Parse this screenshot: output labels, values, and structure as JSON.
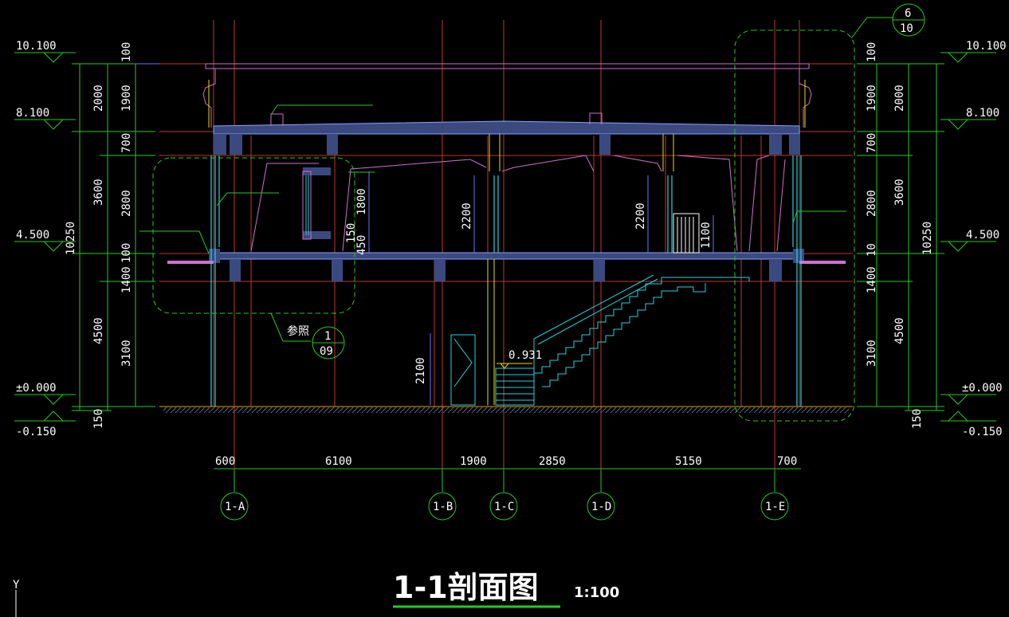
{
  "drawing": {
    "title": "1-1剖面图",
    "scale": "1:100"
  },
  "elevations": {
    "left": [
      "10.100",
      "8.100",
      "4.500",
      "±0.000",
      "-0.150"
    ],
    "right": [
      "10.100",
      "8.100",
      "4.500",
      "±0.000",
      "-0.150"
    ]
  },
  "vertical_dims": {
    "left_outer": [
      "2000",
      "3600",
      "10250",
      "4500",
      "150"
    ],
    "left_inner": [
      "100",
      "1900",
      "700",
      "2800",
      "100",
      "1400",
      "3100"
    ],
    "right_outer": [
      "2000",
      "3600",
      "10250",
      "4500",
      "150"
    ],
    "right_inner": [
      "100",
      "1900",
      "700",
      "2800",
      "10",
      "1400",
      "3100"
    ]
  },
  "interior_dims": {
    "window_height": "1800",
    "sill_150": "150",
    "sill_450": "450",
    "door_2200_left": "2200",
    "door_2200_right": "2200",
    "rail_1100": "1100",
    "door_2100": "2100",
    "stair_level": "0.931"
  },
  "horizontal_dims": [
    "600",
    "6100",
    "1900",
    "2850",
    "5150",
    "700"
  ],
  "grid_axes": [
    "1-A",
    "1-B",
    "1-C",
    "1-D",
    "1-E"
  ],
  "detail_refs": {
    "left": {
      "note": "参照",
      "num": "1",
      "sheet": "09"
    },
    "right": {
      "num": "6",
      "sheet": "10"
    }
  },
  "ucs_label": "Y",
  "colors": {
    "background": "#000000",
    "grid_red": "#c0392b",
    "dim_green": "#22cc22",
    "structure": "#3a4a80",
    "cyan": "#22d3e0",
    "magenta": "#d070d0",
    "yellow": "#e8e000",
    "white": "#ffffff"
  }
}
